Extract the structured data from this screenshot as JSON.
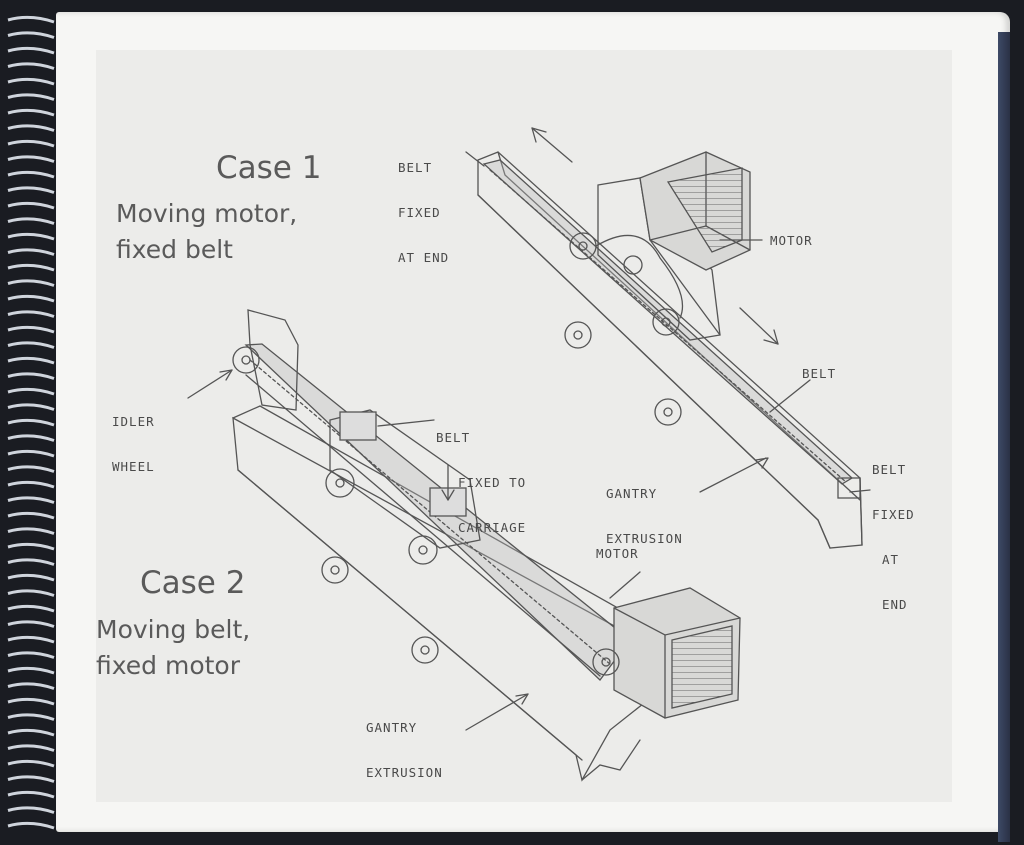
{
  "case1": {
    "title": "Case 1",
    "line1": "Moving motor,",
    "line2": "fixed belt"
  },
  "case2": {
    "title": "Case 2",
    "line1": "Moving belt,",
    "line2": "fixed motor"
  },
  "labels": {
    "belt_fixed_at_end_top": [
      "BELT",
      "FIXED",
      "AT END"
    ],
    "motor_top": "MOTOR",
    "belt_top": "BELT",
    "gantry_extrusion_top": [
      "GANTRY",
      "EXTRUSION"
    ],
    "belt_fixed_at_end_right": [
      "BELT",
      "FIXED",
      "AT",
      "END"
    ],
    "idler_wheel": [
      "IDLER",
      "WHEEL"
    ],
    "belt_fixed_to_carriage": [
      "BELT",
      "FIXED TO",
      "CARRIAGE"
    ],
    "motor_bottom": "MOTOR",
    "gantry_extrusion_bottom": [
      "GANTRY",
      "EXTRUSION"
    ]
  }
}
